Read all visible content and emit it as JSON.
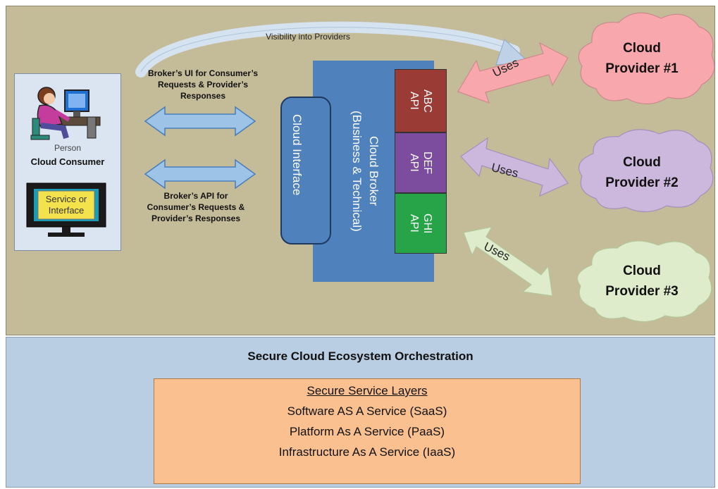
{
  "consumer": {
    "person_label": "Person",
    "title": "Cloud Consumer",
    "monitor_text_1": "Service or",
    "monitor_text_2": "Interface"
  },
  "visibility_label": "Visibility into Providers",
  "broker_ui_text": [
    "Broker’s UI for Consumer’s",
    "Requests & Provider’s",
    "Responses"
  ],
  "broker_api_text": [
    "Broker’s API for",
    "Consumer’s Requests &",
    "Provider’s Responses"
  ],
  "cloud_interface_label": "Cloud Interface",
  "broker_label_1": "Cloud Broker",
  "broker_label_2": "(Business & Technical)",
  "apis": [
    {
      "label": "ABC\nAPI",
      "color": "#9b3b36"
    },
    {
      "label": "DEF\nAPI",
      "color": "#7c4c9e"
    },
    {
      "label": "GHI\nAPI",
      "color": "#27a348"
    }
  ],
  "uses_label": "Uses",
  "providers": [
    {
      "line1": "Cloud",
      "line2": "Provider #1",
      "color": "#f8a8ac"
    },
    {
      "line1": "Cloud",
      "line2": "Provider #2",
      "color": "#cbb8dc"
    },
    {
      "line1": "Cloud",
      "line2": "Provider #3",
      "color": "#dfeccb"
    }
  ],
  "orchestration_title": "Secure Cloud Ecosystem Orchestration",
  "layers": {
    "title": "Secure Service Layers",
    "items": [
      "Software AS A Service (SaaS)",
      "Platform As A Service (PaaS)",
      "Infrastructure As A Service (IaaS)"
    ]
  }
}
